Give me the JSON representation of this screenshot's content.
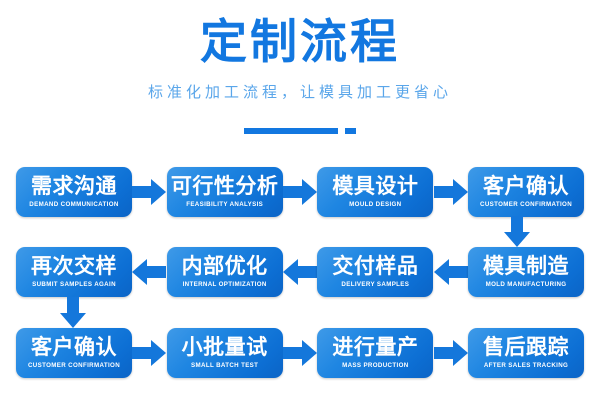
{
  "header": {
    "title": "定制流程",
    "subtitle": "标准化加工流程，让模具加工更省心"
  },
  "colors": {
    "title_blue": "#1277e0",
    "subtitle_blue": "#5aa6ea",
    "box_gradient_light": "#3f9ae8",
    "box_gradient_dark": "#0b64c6",
    "arrow_blue": "#1477db",
    "box_text": "#ffffff",
    "background": "#ffffff"
  },
  "flow": {
    "rows": [
      {
        "direction": "right",
        "steps": [
          {
            "cn": "需求沟通",
            "en": "DEMAND COMMUNICATION"
          },
          {
            "cn": "可行性分析",
            "en": "FEASIBILITY ANALYSIS"
          },
          {
            "cn": "模具设计",
            "en": "MOULD DESIGN"
          },
          {
            "cn": "客户确认",
            "en": "CUSTOMER CONFIRMATION"
          }
        ]
      },
      {
        "direction": "left",
        "steps": [
          {
            "cn": "再次交样",
            "en": "SUBMIT SAMPLES AGAIN"
          },
          {
            "cn": "内部优化",
            "en": "INTERNAL OPTIMIZATION"
          },
          {
            "cn": "交付样品",
            "en": "DELIVERY SAMPLES"
          },
          {
            "cn": "模具制造",
            "en": "MOLD MANUFACTURING"
          }
        ]
      },
      {
        "direction": "right",
        "steps": [
          {
            "cn": "客户确认",
            "en": "CUSTOMER CONFIRMATION"
          },
          {
            "cn": "小批量试",
            "en": "SMALL BATCH TEST"
          },
          {
            "cn": "进行量产",
            "en": "MASS PRODUCTION"
          },
          {
            "cn": "售后跟踪",
            "en": "AFTER SALES TRACKING"
          }
        ]
      }
    ]
  }
}
